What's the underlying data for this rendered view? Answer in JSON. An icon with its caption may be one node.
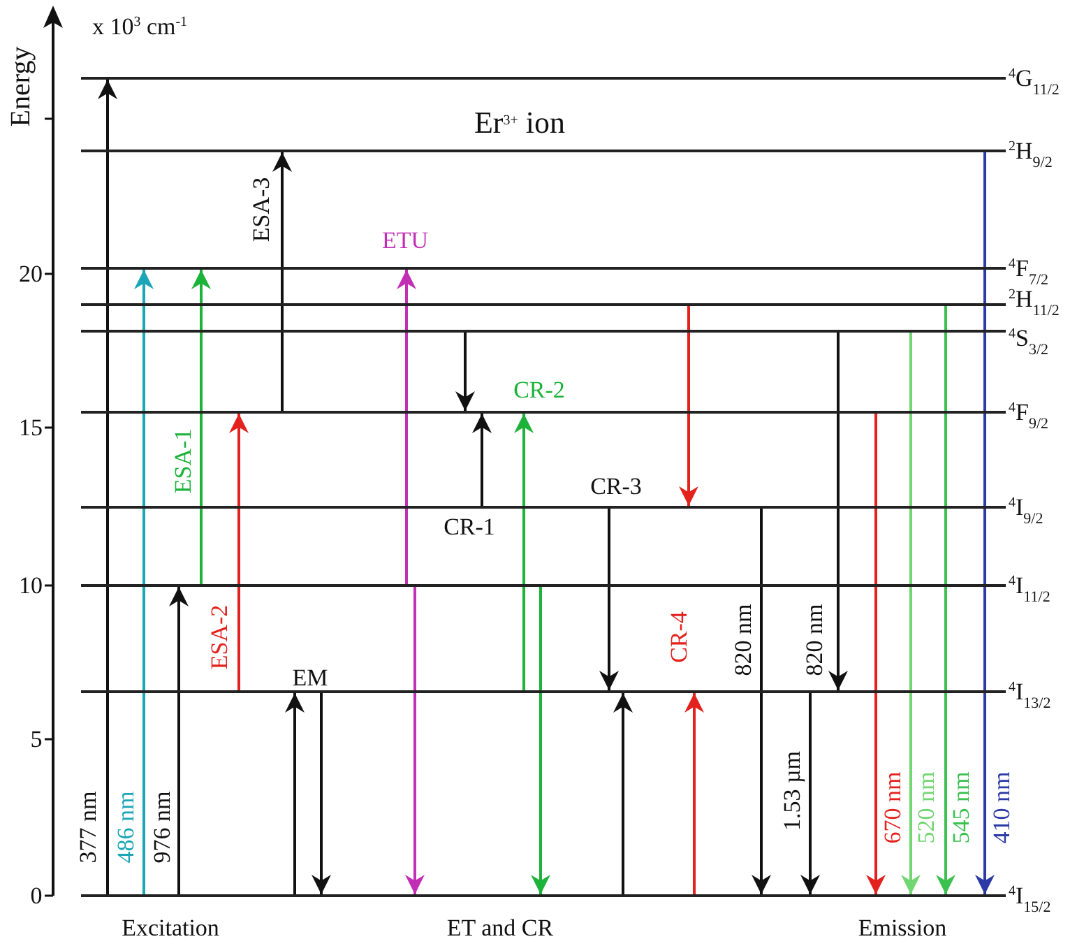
{
  "diagram": {
    "nodes": [
      {
        "text": [],
        "shape": "bar",
        "beside": [
          "$^{4}$G$_{11/2}$"
        ]
      },
      {
        "text": [],
        "shape": "bar",
        "beside": [
          "$^{2}$H$_{9/2}$"
        ]
      },
      {
        "text": [],
        "shape": "bar",
        "beside": [
          "$^{4}$F$_{7/2}$"
        ]
      },
      {
        "text": [],
        "shape": "bar",
        "beside": [
          "$^{2}$H$_{11/2}$"
        ]
      },
      {
        "text": [],
        "shape": "bar",
        "beside": [
          "$^{4}$S$_{3/2}$"
        ]
      },
      {
        "text": [],
        "shape": "bar",
        "beside": [
          "$^{4}$F$_{9/2}$"
        ]
      },
      {
        "text": [],
        "shape": "bar",
        "beside": [
          "$^{4}$I$_{9/2}$"
        ]
      },
      {
        "text": [],
        "shape": "bar",
        "beside": [
          "$^{4}$I$_{11/2}$"
        ]
      },
      {
        "text": [],
        "shape": "bar",
        "beside": [
          "$^{4}$I$_{13/2}$"
        ]
      },
      {
        "text": [],
        "shape": "bar",
        "beside": [
          "$^{4}$I$_{15/2}$"
        ]
      }
    ],
    "edges": [
      {
        "from": 9,
        "to": 0,
        "arrow": "to",
        "label": "377 nm"
      },
      {
        "from": 9,
        "to": 2,
        "arrow": "to",
        "label": "486 nm",
        "color": "#1aa6b7"
      },
      {
        "from": 9,
        "to": 7,
        "arrow": "to",
        "label": "976 nm"
      },
      {
        "from": 7,
        "to": 2,
        "arrow": "to",
        "label": "ESA-1",
        "color": "#1db33a"
      },
      {
        "from": 8,
        "to": 5,
        "arrow": "to",
        "label": "ESA-2",
        "color": "#e3221e"
      },
      {
        "from": 5,
        "to": 1,
        "arrow": "to",
        "label": "ESA-3"
      },
      {
        "from": 9,
        "to": 8,
        "arrow": "to",
        "label": "EM"
      },
      {
        "from": 8,
        "to": 9,
        "arrow": "to"
      },
      {
        "from": 7,
        "to": 2,
        "arrow": "to",
        "label": "ETU",
        "color": "#c12fb5"
      },
      {
        "from": 7,
        "to": 9,
        "arrow": "to",
        "color": "#c12fb5"
      },
      {
        "from": 4,
        "to": 5,
        "arrow": "to"
      },
      {
        "from": 6,
        "to": 5,
        "arrow": "to",
        "label": "CR-1"
      },
      {
        "from": 8,
        "to": 5,
        "arrow": "to",
        "label": "CR-2",
        "color": "#1db33a"
      },
      {
        "from": 7,
        "to": 9,
        "arrow": "to",
        "color": "#1db33a"
      },
      {
        "from": 6,
        "to": 8,
        "arrow": "to",
        "label": "CR-3"
      },
      {
        "from": 9,
        "to": 8,
        "arrow": "to"
      },
      {
        "from": 3,
        "to": 6,
        "arrow": "to",
        "color": "#e3221e"
      },
      {
        "from": 9,
        "to": 8,
        "arrow": "to",
        "label": "CR-4",
        "color": "#e3221e"
      },
      {
        "from": 6,
        "to": 9,
        "arrow": "to",
        "label": "820 nm"
      },
      {
        "from": 4,
        "to": 8,
        "arrow": "to",
        "label": "820 nm"
      },
      {
        "from": 8,
        "to": 9,
        "arrow": "to",
        "label": "1.53 µm"
      },
      {
        "from": 5,
        "to": 9,
        "arrow": "to",
        "label": "670 nm",
        "color": "#e3221e"
      },
      {
        "from": 4,
        "to": 9,
        "arrow": "to",
        "label": "520 nm",
        "color": "#72d672"
      },
      {
        "from": 3,
        "to": 9,
        "arrow": "to",
        "label": "545 nm",
        "color": "#3cc050"
      },
      {
        "from": 1,
        "to": 9,
        "arrow": "to",
        "label": "410 nm",
        "color": "#2b3aa6"
      }
    ],
    "labels": [
      "x 10$^{3}$ cm$^{-1}$",
      "Energy",
      "Er$^{3+}$ ion",
      "20",
      "15",
      "10",
      "5",
      "0",
      "Excitation",
      "ET and CR",
      "Emission"
    ]
  }
}
